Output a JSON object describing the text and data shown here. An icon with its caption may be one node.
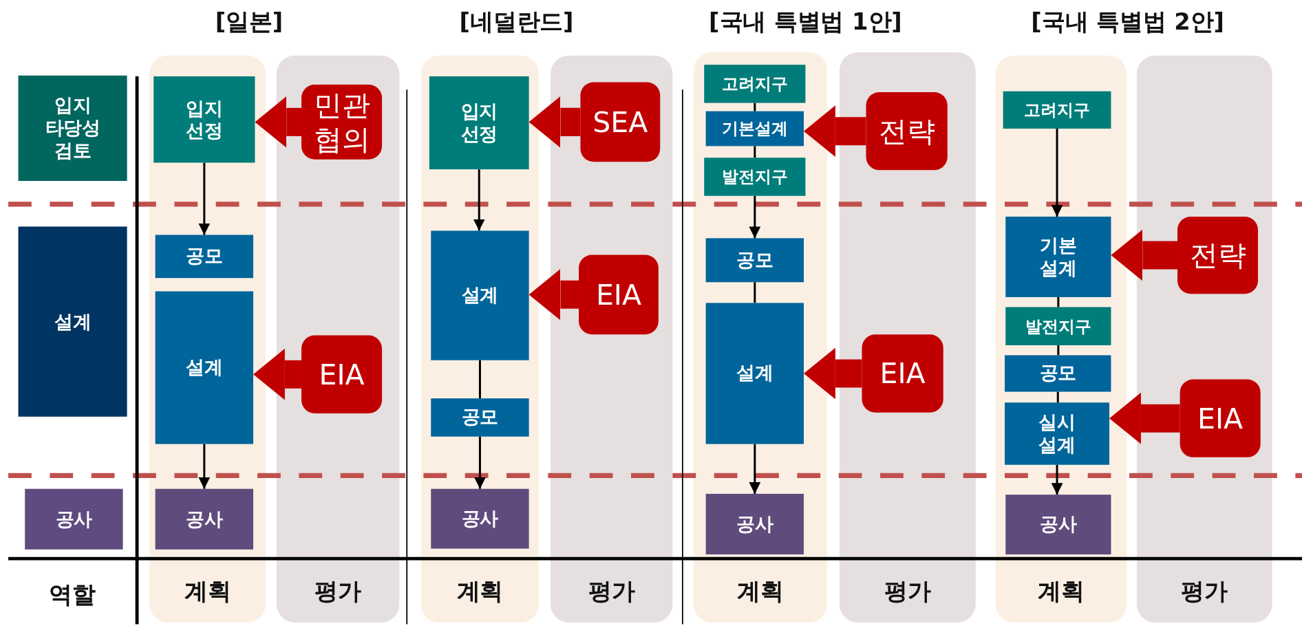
{
  "diagram": {
    "nodes": [
      {
        "text": [
          "입지 타당성 검토"
        ]
      },
      {
        "text": [
          "설계"
        ]
      },
      {
        "text": [
          "공사"
        ]
      },
      {
        "text": [
          "계획"
        ]
      },
      {
        "text": [
          "입지 선정"
        ],
        "in": 3
      },
      {
        "text": [
          "공모"
        ],
        "in": 3
      },
      {
        "text": [
          "설계"
        ],
        "in": 3
      },
      {
        "text": [
          "공사"
        ],
        "in": 3
      },
      {
        "text": [
          "평가"
        ]
      },
      {
        "text": [
          "민관 협의"
        ],
        "in": 8
      },
      {
        "text": [
          "EIA"
        ],
        "in": 8
      },
      {
        "text": [
          "계획"
        ]
      },
      {
        "text": [
          "입지 선정"
        ],
        "in": 11
      },
      {
        "text": [
          "설계"
        ],
        "in": 11
      },
      {
        "text": [
          "공모"
        ],
        "in": 11
      },
      {
        "text": [
          "공사"
        ],
        "in": 11
      },
      {
        "text": [
          "평가"
        ]
      },
      {
        "text": [
          "SEA"
        ],
        "in": 16
      },
      {
        "text": [
          "EIA"
        ],
        "in": 16
      },
      {
        "text": [
          "계획"
        ]
      },
      {
        "text": [
          "고려지구"
        ],
        "in": 19
      },
      {
        "text": [
          "기본설계"
        ],
        "in": 19
      },
      {
        "text": [
          "발전지구"
        ],
        "in": 19
      },
      {
        "text": [
          "공모"
        ],
        "in": 19
      },
      {
        "text": [
          "설계"
        ],
        "in": 19
      },
      {
        "text": [
          "공사"
        ],
        "in": 19
      },
      {
        "text": [
          "평가"
        ]
      },
      {
        "text": [
          "전략"
        ],
        "in": 26
      },
      {
        "text": [
          "EIA"
        ],
        "in": 26
      },
      {
        "text": [
          "계획"
        ]
      },
      {
        "text": [
          "고려지구"
        ],
        "in": 29
      },
      {
        "text": [
          "기본 설계"
        ],
        "in": 29
      },
      {
        "text": [
          "발전지구"
        ],
        "in": 29
      },
      {
        "text": [
          "공모"
        ],
        "in": 29
      },
      {
        "text": [
          "실시 설계"
        ],
        "in": 29
      },
      {
        "text": [
          "공사"
        ],
        "in": 29
      },
      {
        "text": [
          "평가"
        ]
      },
      {
        "text": [
          "전략"
        ],
        "in": 36
      },
      {
        "text": [
          "EIA"
        ],
        "in": 36
      }
    ],
    "edges": [
      {
        "from": 4,
        "to": 5,
        "arrow": "to"
      },
      {
        "from": 6,
        "to": 7,
        "arrow": "to"
      },
      {
        "from": 9,
        "to": 4,
        "arrow": "to",
        "style": "thick",
        "color": "#c00000"
      },
      {
        "from": 10,
        "to": 6,
        "arrow": "to",
        "style": "thick",
        "color": "#c00000"
      },
      {
        "from": 12,
        "to": 13,
        "arrow": "to"
      },
      {
        "from": 13,
        "to": 14,
        "arrow": "none"
      },
      {
        "from": 14,
        "to": 15,
        "arrow": "to"
      },
      {
        "from": 17,
        "to": 12,
        "arrow": "to",
        "style": "thick",
        "color": "#c00000"
      },
      {
        "from": 18,
        "to": 13,
        "arrow": "to",
        "style": "thick",
        "color": "#c00000"
      },
      {
        "from": 20,
        "to": 21,
        "arrow": "none"
      },
      {
        "from": 21,
        "to": 22,
        "arrow": "none"
      },
      {
        "from": 22,
        "to": 23,
        "arrow": "to"
      },
      {
        "from": 23,
        "to": 24,
        "arrow": "none"
      },
      {
        "from": 24,
        "to": 25,
        "arrow": "to"
      },
      {
        "from": 27,
        "to": 21,
        "arrow": "to",
        "style": "thick",
        "color": "#c00000"
      },
      {
        "from": 28,
        "to": 24,
        "arrow": "to",
        "style": "thick",
        "color": "#c00000"
      },
      {
        "from": 30,
        "to": 31,
        "arrow": "to"
      },
      {
        "from": 31,
        "to": 32,
        "arrow": "none"
      },
      {
        "from": 32,
        "to": 33,
        "arrow": "none"
      },
      {
        "from": 33,
        "to": 34,
        "arrow": "none"
      },
      {
        "from": 34,
        "to": 35,
        "arrow": "to"
      },
      {
        "from": 37,
        "to": 31,
        "arrow": "to",
        "style": "thick",
        "color": "#c00000"
      },
      {
        "from": 38,
        "to": 34,
        "arrow": "to",
        "style": "thick",
        "color": "#c00000"
      }
    ],
    "labels": [
      "[일본]",
      "[네덜란드]",
      "[국내 특별법 1안]",
      "[국내 특별법 2안]",
      "역할"
    ]
  }
}
